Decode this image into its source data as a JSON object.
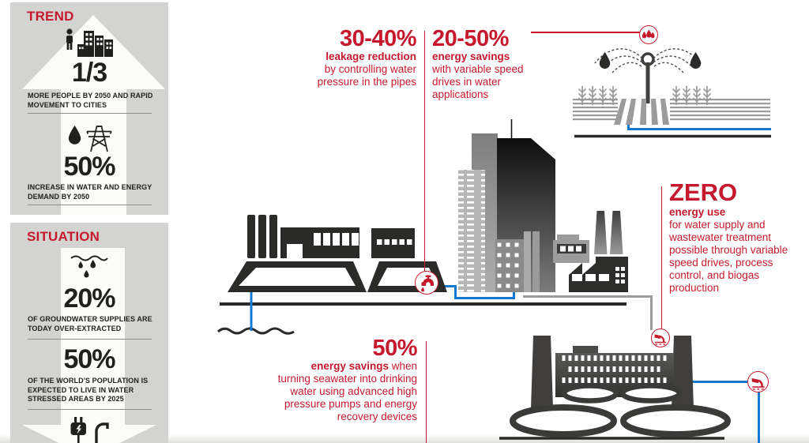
{
  "colors": {
    "accent_red": "#c6192e",
    "pipe_blue": "#1679d1",
    "pipe_gray": "#9c9c9c",
    "panel_gray": "#d3d3d2",
    "ink": "#20201e"
  },
  "trend_panel": {
    "title": "TREND",
    "stats": [
      {
        "icon": "person-city-icon",
        "value": "1/3",
        "caption": "MORE PEOPLE BY 2050 AND RAPID MOVEMENT TO CITIES"
      },
      {
        "icon": "drop-pylon-icon",
        "value": "50%",
        "caption": "INCREASE IN WATER AND ENERGY DEMAND BY 2050"
      }
    ]
  },
  "situation_panel": {
    "title": "SITUATION",
    "stats": [
      {
        "icon": "groundwater-icon",
        "value": "20%",
        "caption": "OF GROUNDWATER SUPPLIES ARE TODAY OVER-EXTRACTED"
      },
      {
        "icon": "plug-tap-icon",
        "value": "50%",
        "caption": "OF THE WORLD'S POPULATION IS EXPECTED TO LIVE IN WATER STRESSED AREAS BY 2025"
      }
    ]
  },
  "callouts": {
    "leakage": {
      "value": "30-40%",
      "bold": "leakage reduction",
      "text": "by controlling water pressure in the pipes"
    },
    "drives": {
      "value": "20-50%",
      "bold": "energy savings",
      "text": "with variable speed drives in water applications"
    },
    "zero": {
      "value": "ZERO",
      "bold": "energy use",
      "text": "for water supply and wastewater treatment possible through variable speed drives, process control, and biogas production"
    },
    "desalination": {
      "value": "50%",
      "bold": "energy savings",
      "text": "when turning seawater into drinking water using advanced high pressure pumps and energy recovery devices"
    }
  },
  "icons": {
    "water-drops-icon": "three red water drops badge (irrigation)",
    "tap-icon": "red faucet with drop badge (drinking water)",
    "outfall-icon": "red discharge pipe over water badge (wastewater)",
    "person-city-icon": "person and city silhouette",
    "drop-pylon-icon": "water drop and electricity pylon",
    "groundwater-icon": "water table with falling drops",
    "plug-tap-icon": "power plug with bolt and tap"
  }
}
